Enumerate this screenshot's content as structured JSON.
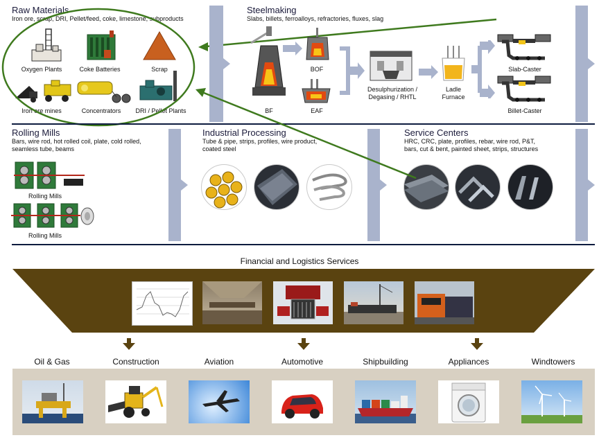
{
  "raw_materials": {
    "title": "Raw Materials",
    "subtitle": "Iron ore, scrap, DRI, Pellet/feed, coke, limestone, subproducts",
    "items": [
      "Oxygen Plants",
      "Coke Batteries",
      "Scrap",
      "Iron ore mines",
      "Concentrators",
      "DRI / Pellet Plants"
    ]
  },
  "steelmaking": {
    "title": "Steelmaking",
    "subtitle": "Slabs, billets, ferroalloys, refractories, fluxes, slag",
    "items": {
      "bf": "BF",
      "bof": "BOF",
      "eaf": "EAF",
      "desulph": [
        "Desulphurization /",
        "Degasing / RHTL"
      ],
      "ladle": [
        "Ladle",
        "Furnace"
      ],
      "slab": "Slab-Caster",
      "billet": "Billet-Caster"
    }
  },
  "rolling_mills": {
    "title": "Rolling Mills",
    "subtitle": [
      "Bars, wire rod, hot rolled coil, plate, cold rolled,",
      "seamless tube, beams"
    ],
    "items": [
      "Rolling Mills",
      "Rolling Mills"
    ]
  },
  "industrial_processing": {
    "title": "Industrial Processing",
    "subtitle": [
      "Tube & pipe, strips, profiles, wire product,",
      "coated steel"
    ]
  },
  "service_centers": {
    "title": "Service Centers",
    "subtitle": [
      "HRC, CRC, plate, profiles, rebar, wire rod, P&T,",
      "bars, cut & bent, painted sheet, strips, structures"
    ]
  },
  "financial": {
    "title": "Financial and Logistics Services"
  },
  "sectors": [
    "Oil & Gas",
    "Construction",
    "Aviation",
    "Automotive",
    "Shipbuilding",
    "Appliances",
    "Windtowers"
  ],
  "colors": {
    "chevron": "#a9b3cc",
    "funnel": "#5a4310",
    "sector_band": "#d8d0c2",
    "loop": "#3f7a1e",
    "divider": "#0d1b3e"
  }
}
